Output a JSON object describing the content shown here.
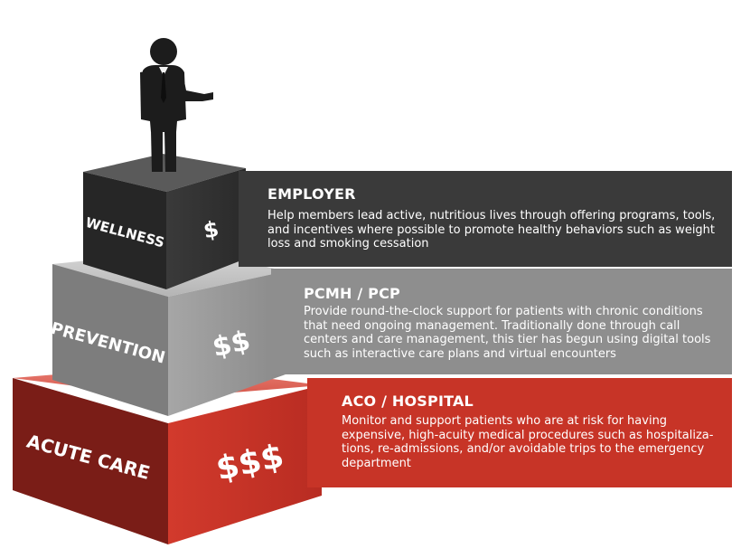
{
  "tiers": [
    {
      "id": "wellness",
      "block_label": "WELLNESS",
      "cost": "$",
      "heading": "EMPLOYER",
      "description": "Help members lead active, nutritious lives through offering programs, tools, and incentives where possible to promote healthy behaviors such as weight loss and smoking cessation",
      "colors": {
        "front": "#262626",
        "side": "#3c3c3c",
        "top": "#585858",
        "banner": "#3a3a3a"
      }
    },
    {
      "id": "prevention",
      "block_label": "PREVENTION",
      "cost": "$$",
      "heading": "PCMH / PCP",
      "description": "Provide round-the-clock support for patients with chronic conditions that need ongoing management. Traditionally done through call centers and care management, this tier has begun using digital tools such as interactive care plans and virtual encounters",
      "colors": {
        "front": "#7e7e7e",
        "side": "#9a9a9a",
        "top": "#c8c8c8",
        "banner": "#8e8e8e"
      }
    },
    {
      "id": "acute",
      "block_label": "ACUTE CARE",
      "cost": "$$$",
      "heading": "ACO / HOSPITAL",
      "description": "Monitor and support patients who are at risk for having expensive, high-acuity medical procedures such as hospitaliza-tions, re-admissions, and/or avoidable trips to the emergency department",
      "colors": {
        "front": "#7c1e18",
        "side": "#c73427",
        "top": "#e06a5f",
        "banner": "#c73427"
      }
    }
  ],
  "figure": {
    "icon": "businessman-icon",
    "color": "#1c1c1c"
  }
}
